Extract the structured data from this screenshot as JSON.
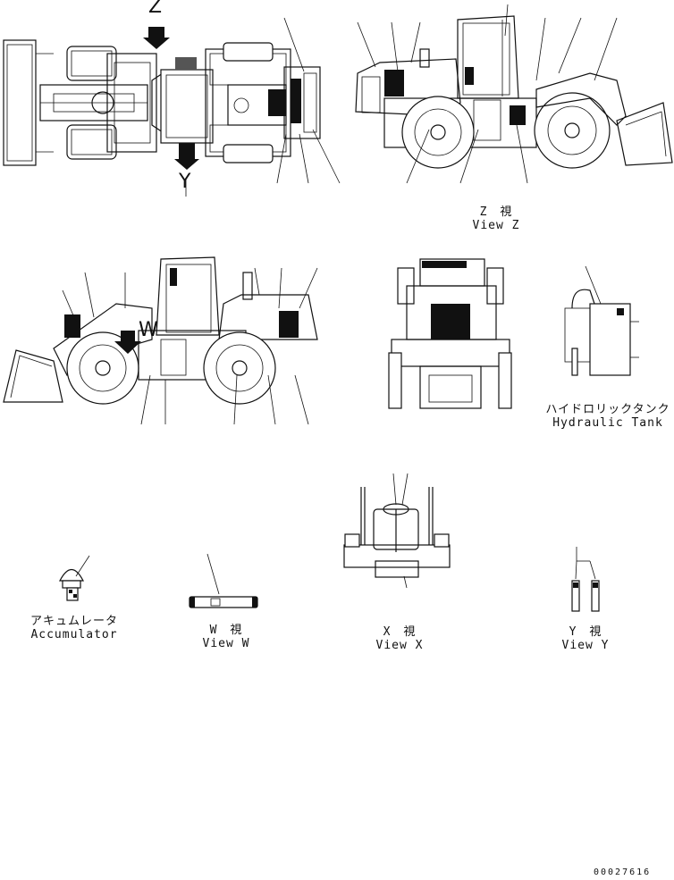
{
  "view_markers": {
    "z": "Z",
    "y": "Y",
    "w": "W"
  },
  "captions": {
    "view_z": {
      "jp": "Z　視",
      "en": "View Z"
    },
    "hydraulic_tank": {
      "jp": "ハイドロリックタンク",
      "en": "Hydraulic Tank"
    },
    "accumulator": {
      "jp": "アキュムレータ",
      "en": "Accumulator"
    },
    "view_w": {
      "jp": "W　視",
      "en": "View W"
    },
    "view_x": {
      "jp": "X　視",
      "en": "View X"
    },
    "view_y": {
      "jp": "Y　視",
      "en": "View Y"
    }
  },
  "drawing_number": "00027616"
}
